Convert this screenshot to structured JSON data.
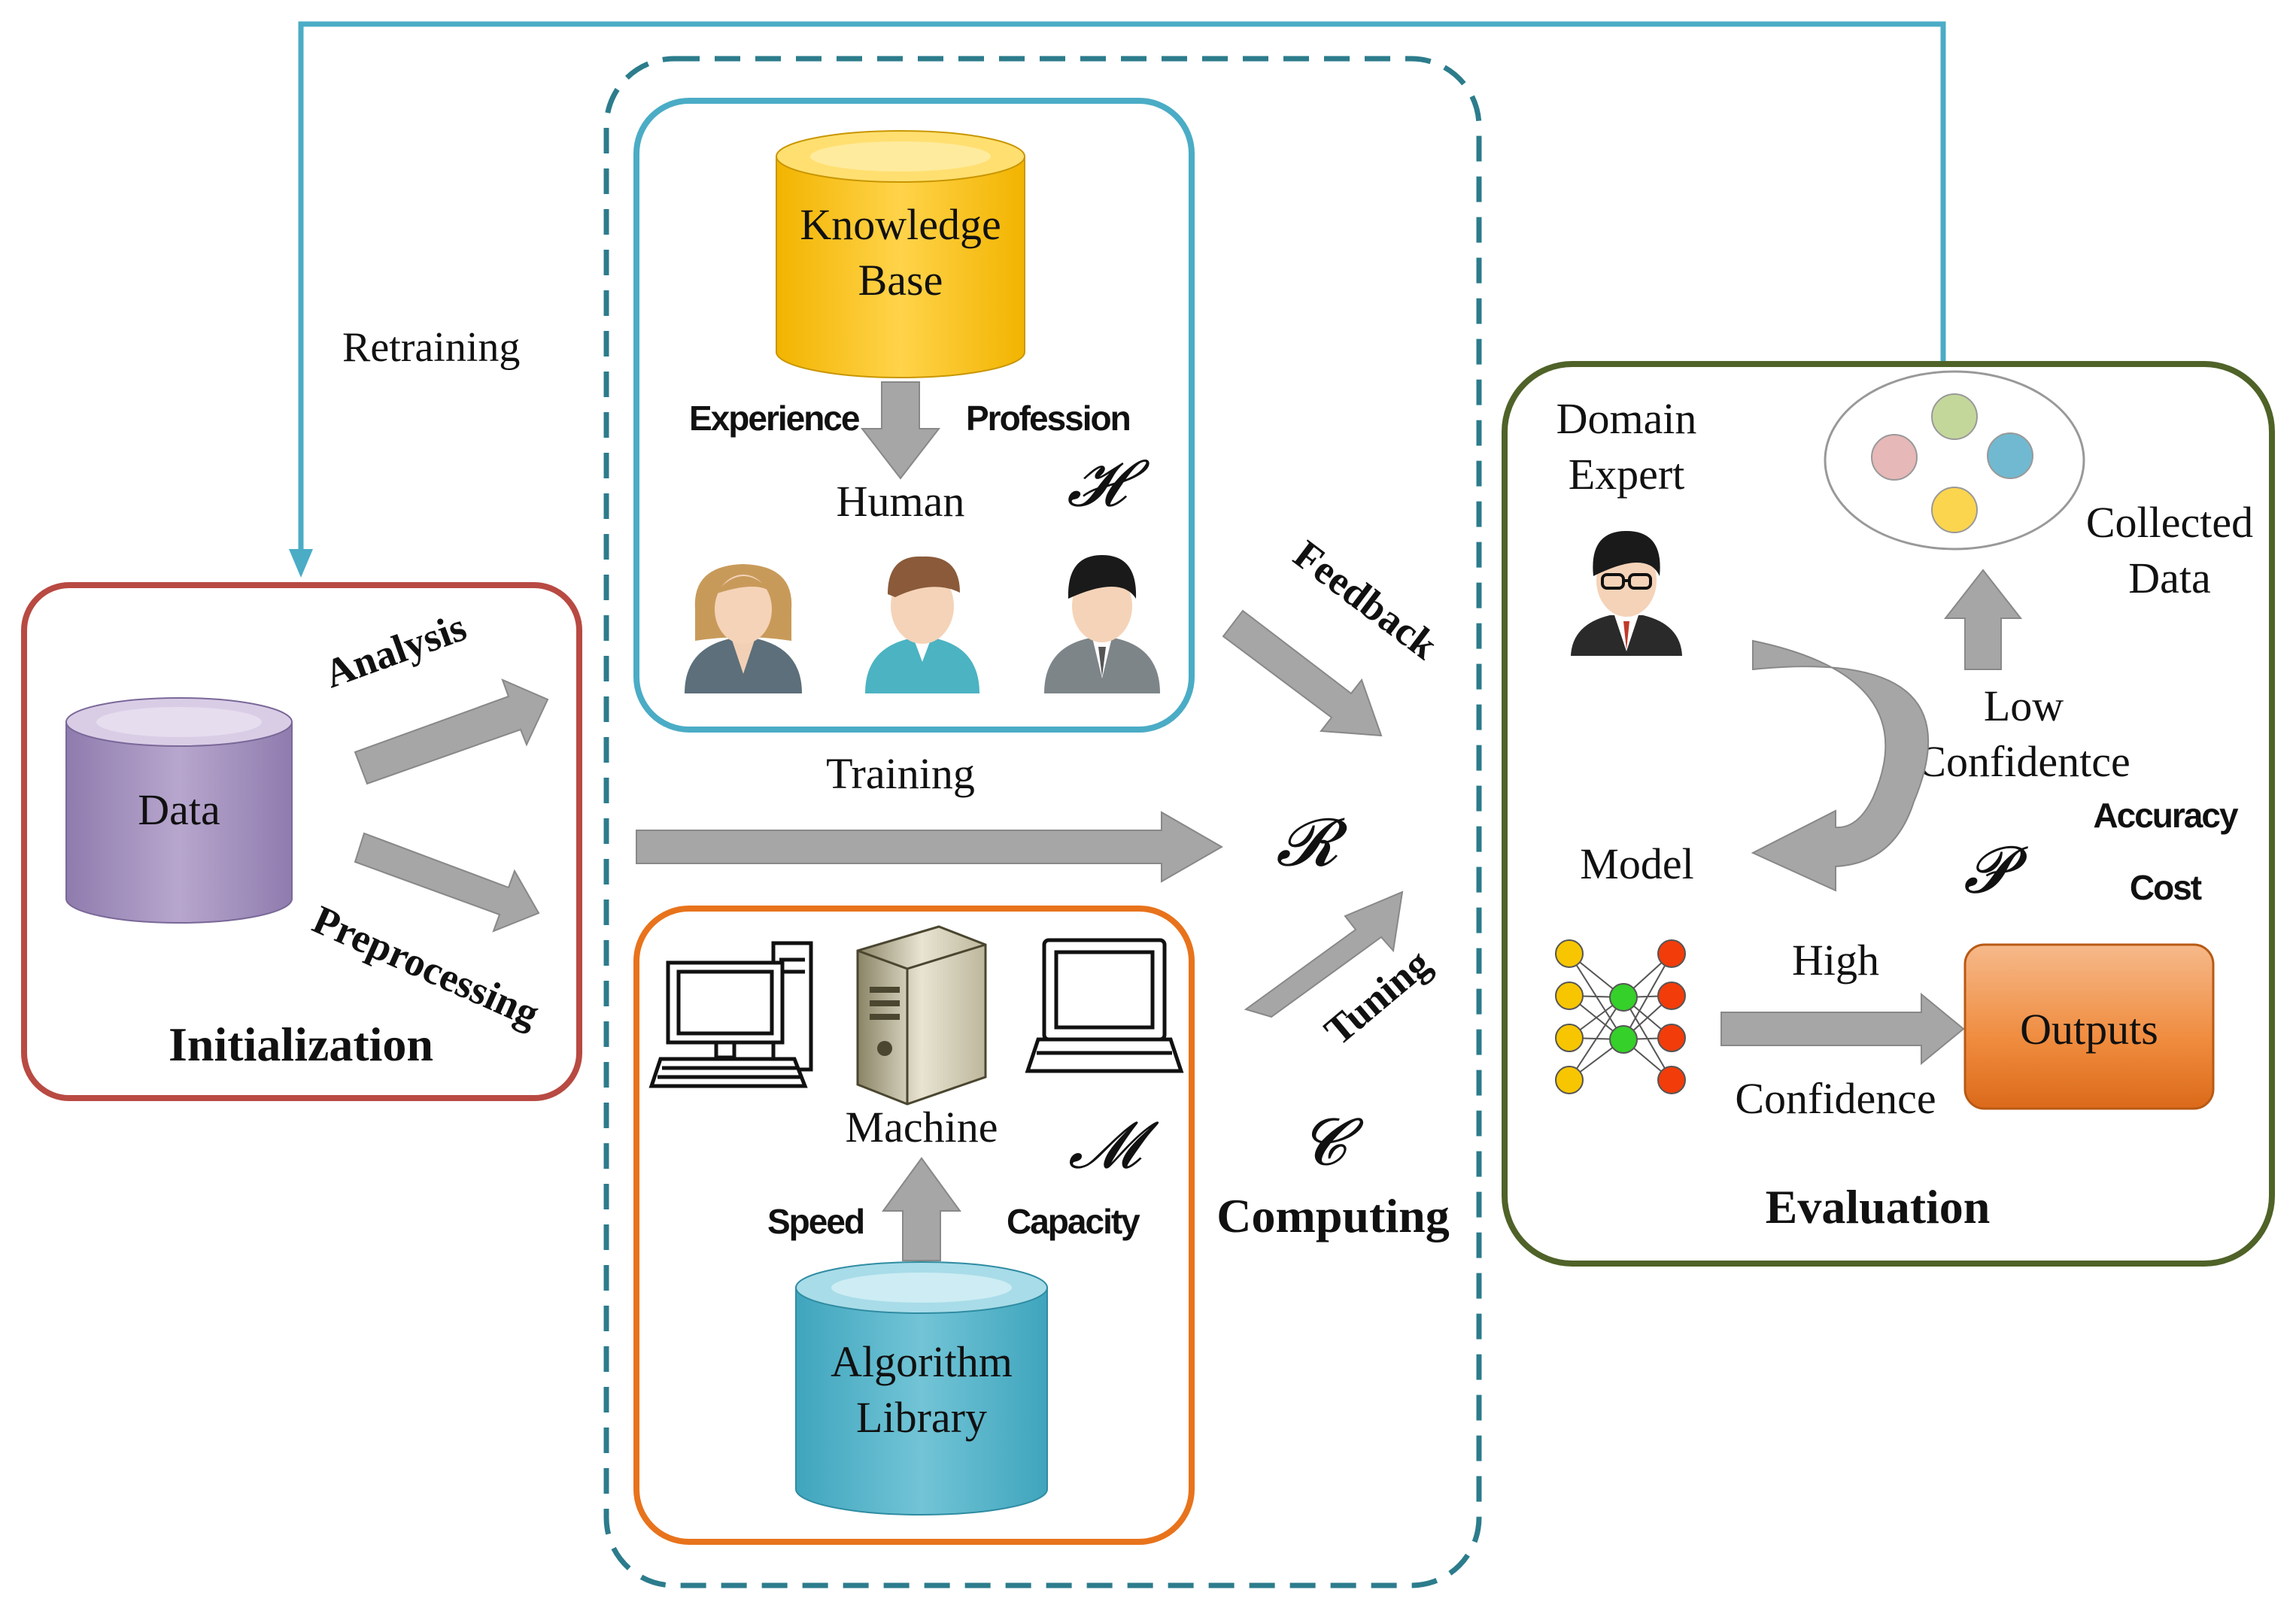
{
  "colors": {
    "init_border": "#b84a42",
    "human_border": "#4bacc6",
    "machine_border": "#e8731c",
    "computing_border": "#2c7c8c",
    "eval_border": "#4f6228",
    "retrain_line": "#4bacc6",
    "arrow_gray": "#a6a6a6",
    "data_cyl": "#b4a3c8",
    "kb_cyl": "#fcc82e",
    "algo_cyl": "#68bcce",
    "outputs": "#f08a3e"
  },
  "retraining": {
    "label": "Retraining"
  },
  "initialization": {
    "title": "Initialization",
    "data_label": "Data",
    "analysis_label": "Analysis",
    "preprocessing_label": "Preprocessing"
  },
  "human_box": {
    "kb_line1": "Knowledge",
    "kb_line2": "Base",
    "experience_label": "Experience",
    "profession_label": "Profession",
    "human_label": "Human",
    "symbol": "𝓗",
    "icons": [
      "woman-avatar-icon",
      "man-avatar-icon",
      "businessman-avatar-icon"
    ]
  },
  "training": {
    "label": "Training"
  },
  "machine_box": {
    "machine_label": "Machine",
    "symbol": "𝓜",
    "speed_label": "Speed",
    "capacity_label": "Capacity",
    "algo_line1": "Algorithm",
    "algo_line2": "Library",
    "icons": [
      "desktop-computer-icon",
      "server-icon",
      "laptop-icon"
    ]
  },
  "computing": {
    "title": "Computing",
    "feedback_label": "Feedback",
    "tuning_label": "Tuning",
    "r_symbol": "𝓡",
    "c_symbol": "𝓒"
  },
  "evaluation": {
    "title": "Evaluation",
    "domain_line1": "Domain",
    "domain_line2": "Expert",
    "collected_line1": "Collected",
    "collected_line2": "Data",
    "low_line1": "Low",
    "low_line2": "Confidentce",
    "model_label": "Model",
    "p_symbol": "𝓟",
    "accuracy_label": "Accuracy",
    "cost_label": "Cost",
    "high_line1": "High",
    "high_line2": "Confidence",
    "outputs_label": "Outputs"
  }
}
